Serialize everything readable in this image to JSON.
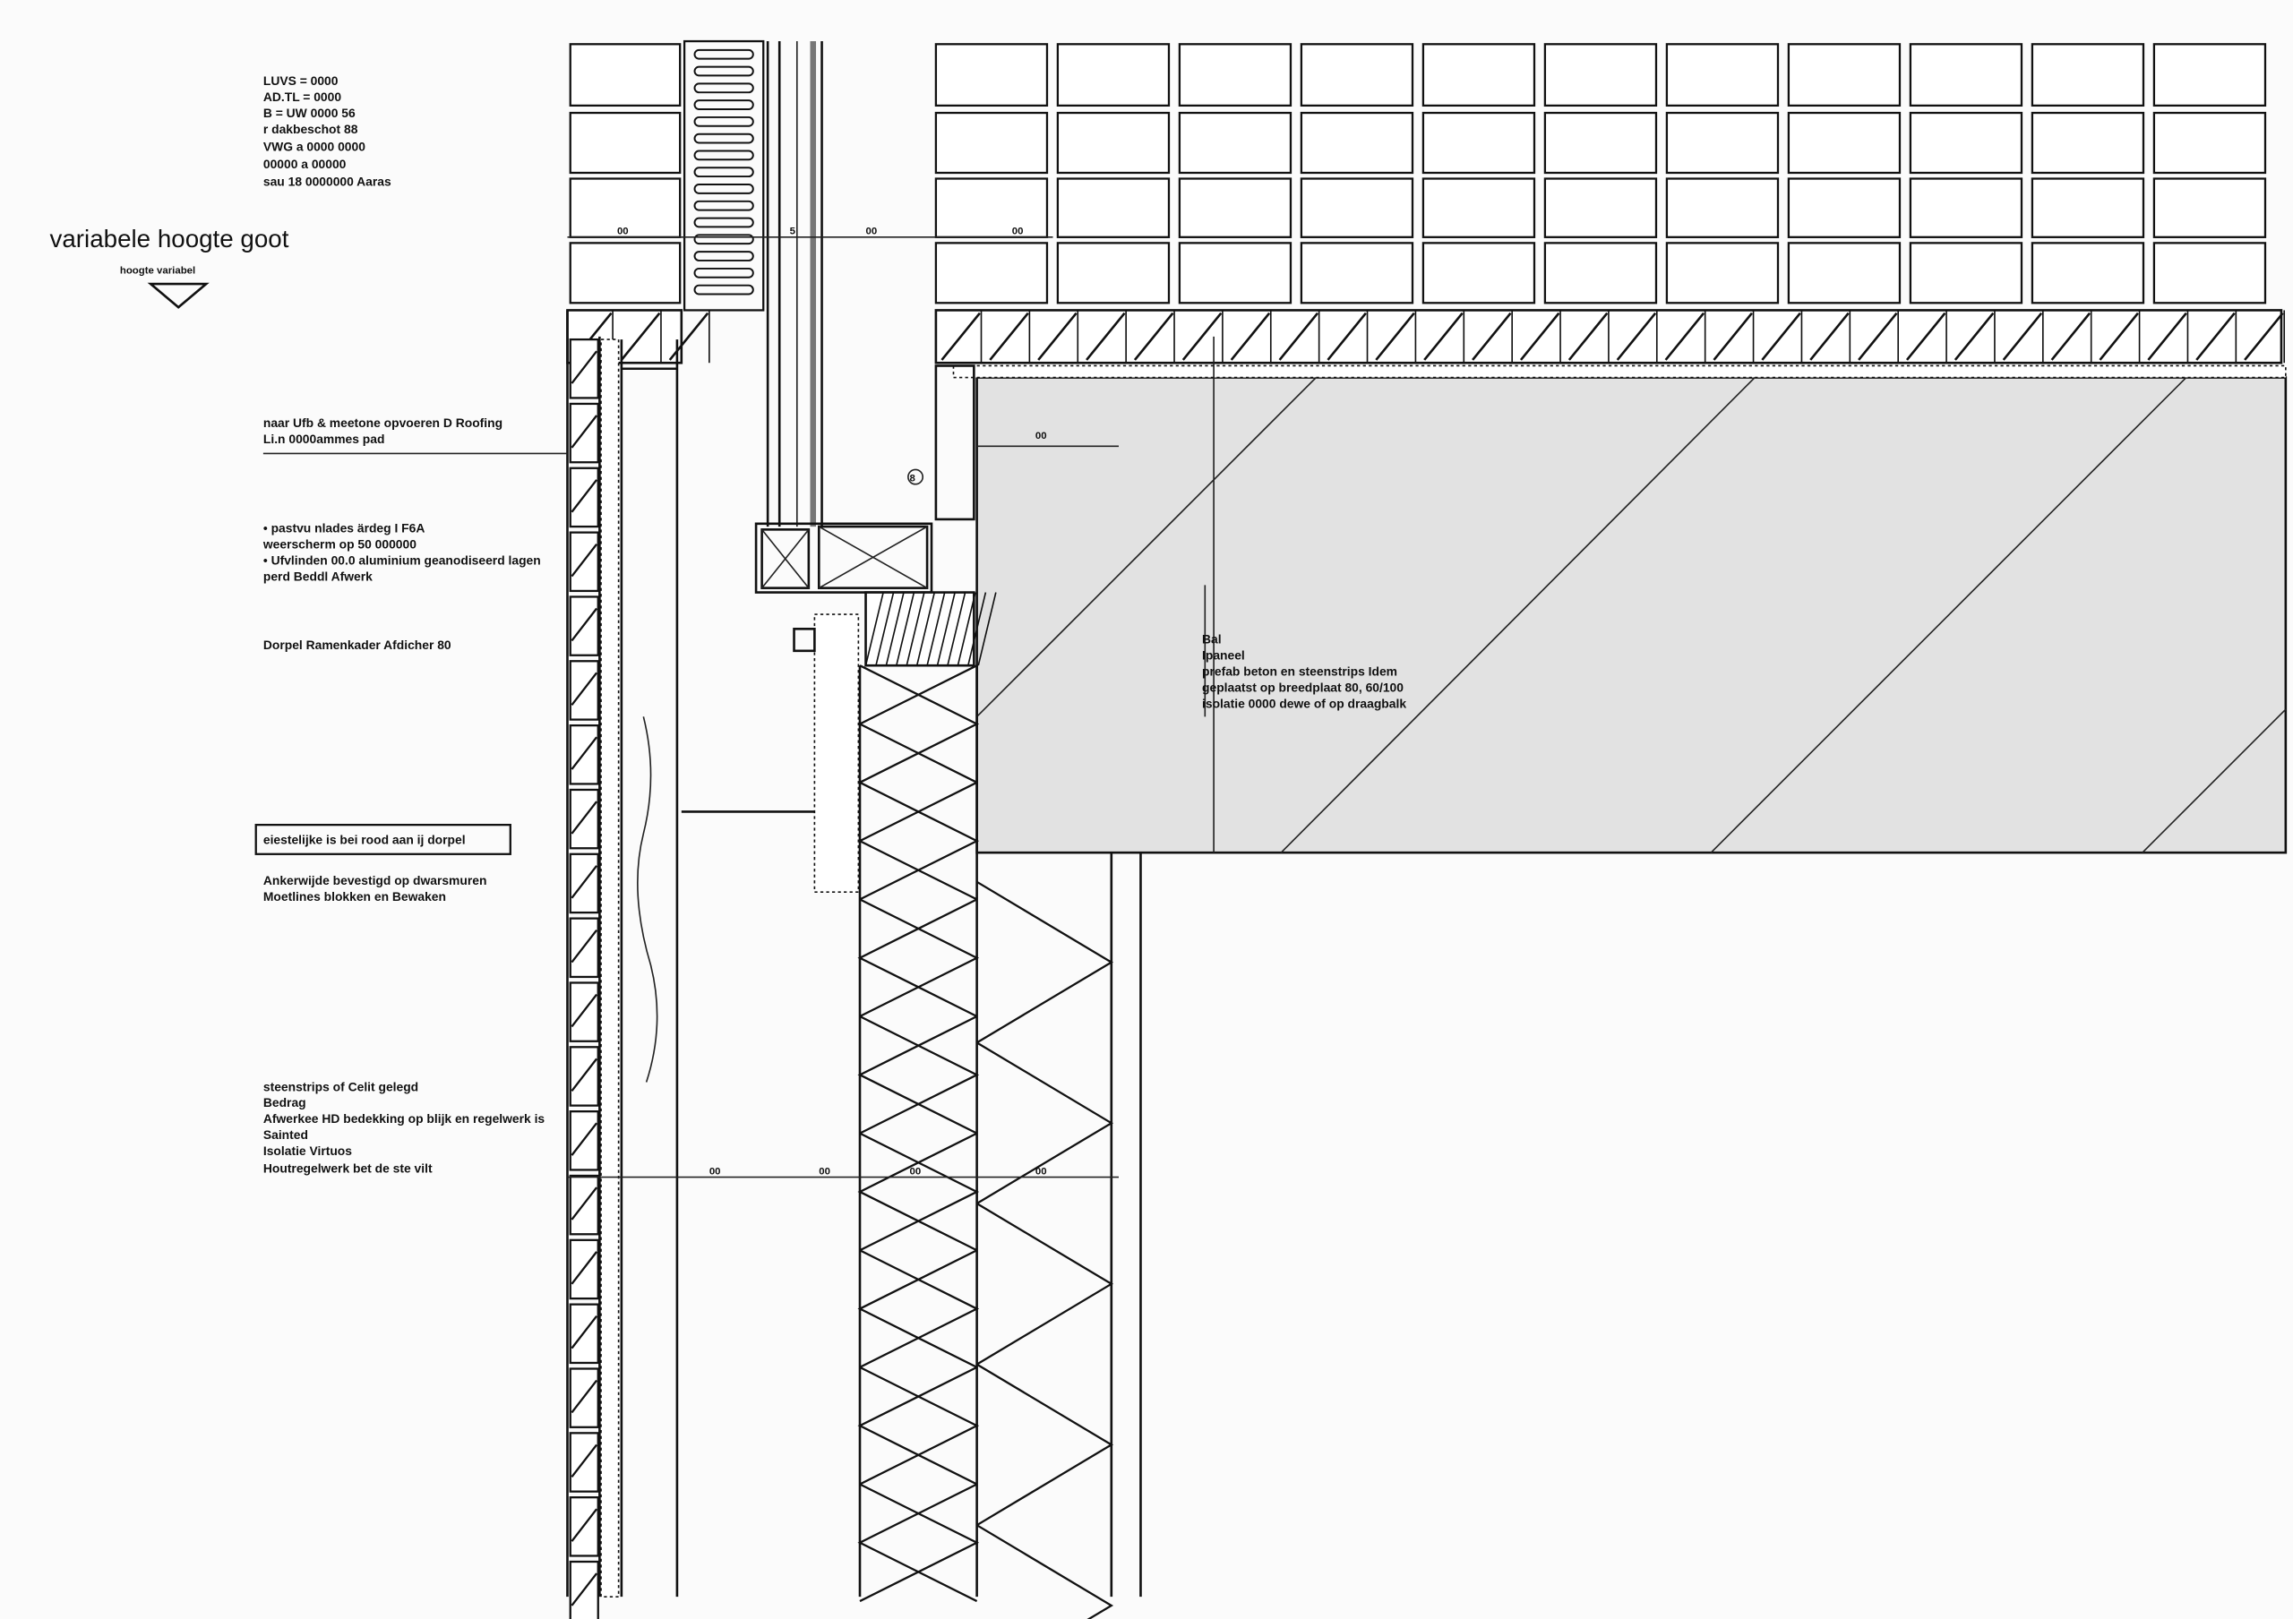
{
  "title": "variabele hoogte goot",
  "level_marker": "hoogte variabel",
  "top_note": [
    "LUVS = 0000",
    "AD.TL = 0000",
    "B = UW 0000 56",
    "r dakbeschot 88",
    "VWG a 0000 0000",
    "00000 a 00000",
    "sau 18 0000000 Aaras"
  ],
  "annotations": [
    {
      "id": "a1",
      "lines": [
        "naar Ufb & meetone opvoeren D Roofing",
        "Li.n 0000ammes pad"
      ]
    },
    {
      "id": "a2",
      "lines": [
        "• pastvu nlades ärdeg I F6A",
        "  weerscherm op 50 000000",
        "• Ufvlinden 00.0 aluminium geanodiseerd lagen",
        "  perd Beddl Afwerk"
      ]
    },
    {
      "id": "a3",
      "lines": [
        "Dorpel Ramenkader Afdicher 80"
      ]
    },
    {
      "id": "a4",
      "lines": [
        "eiestelijke is bei rood aan ij dorpel"
      ],
      "boxed": true
    },
    {
      "id": "a5",
      "lines": [
        "Ankerwijde bevestigd op dwarsmuren",
        "Moetlines blokken en Bewaken"
      ]
    },
    {
      "id": "a6",
      "lines": [
        "steenstrips of Celit gelegd",
        "Bedrag",
        "Afwerkee HD bedekking op blijk en regelwerk is",
        "Sainted",
        "Isolatie Virtuos",
        "Houtregelwerk bet de ste vilt"
      ]
    },
    {
      "id": "a7",
      "lines": [
        "Bal",
        "Ipaneel",
        "prefab beton en steenstrips Idem",
        "geplaatst op breedplaat 80, 60/100",
        "isolatie 0000 dewe of op draagbalk"
      ]
    }
  ],
  "dimensions": {
    "top": [
      "00",
      "5",
      "00",
      "00"
    ],
    "mid": "00",
    "bottom": [
      "00",
      "00",
      "00",
      "00"
    ],
    "circle": "8"
  }
}
